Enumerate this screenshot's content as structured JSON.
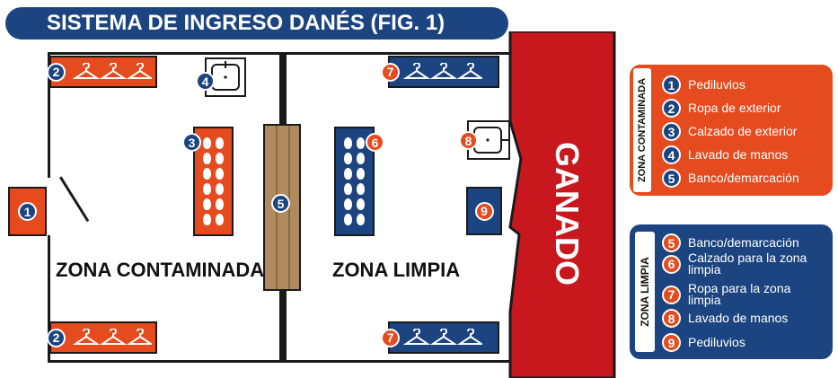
{
  "title": "SISTEMA DE INGRESO DANÉS (FIG. 1)",
  "zones": {
    "contaminated_label": "ZONA CONTAMINADA",
    "clean_label": "ZONA LIMPIA",
    "livestock_label": "GANADO"
  },
  "markers": {
    "footbath_left": "1",
    "coat_rack_top_left": "2",
    "coat_rack_bottom_left": "2",
    "shoe_rack_left": "3",
    "sink_left": "4",
    "bench": "5",
    "shoe_rack_right": "6",
    "coat_rack_top_right": "7",
    "coat_rack_bottom_right": "7",
    "sink_right": "8",
    "footbath_right": "9"
  },
  "legend_contaminated": {
    "heading": "ZONA CONTAMINADA",
    "items": [
      {
        "num": "1",
        "label": "Pediluvios"
      },
      {
        "num": "2",
        "label": "Ropa de exterior"
      },
      {
        "num": "3",
        "label": "Calzado de exterior"
      },
      {
        "num": "4",
        "label": "Lavado de manos"
      },
      {
        "num": "5",
        "label": "Banco/demarcación"
      }
    ]
  },
  "legend_clean": {
    "heading": "ZONA LIMPIA",
    "items": [
      {
        "num": "5",
        "label": "Banco/demarcación"
      },
      {
        "num": "6",
        "label": "Calzado para la zona limpia"
      },
      {
        "num": "7",
        "label": "Ropa para la zona limpia"
      },
      {
        "num": "8",
        "label": "Lavado de manos"
      },
      {
        "num": "9",
        "label": "Pediluvios"
      }
    ]
  },
  "colors": {
    "contaminated": "#e54b1e",
    "clean": "#1c4480",
    "livestock": "#c8181e",
    "bench": "#b08a5e"
  }
}
